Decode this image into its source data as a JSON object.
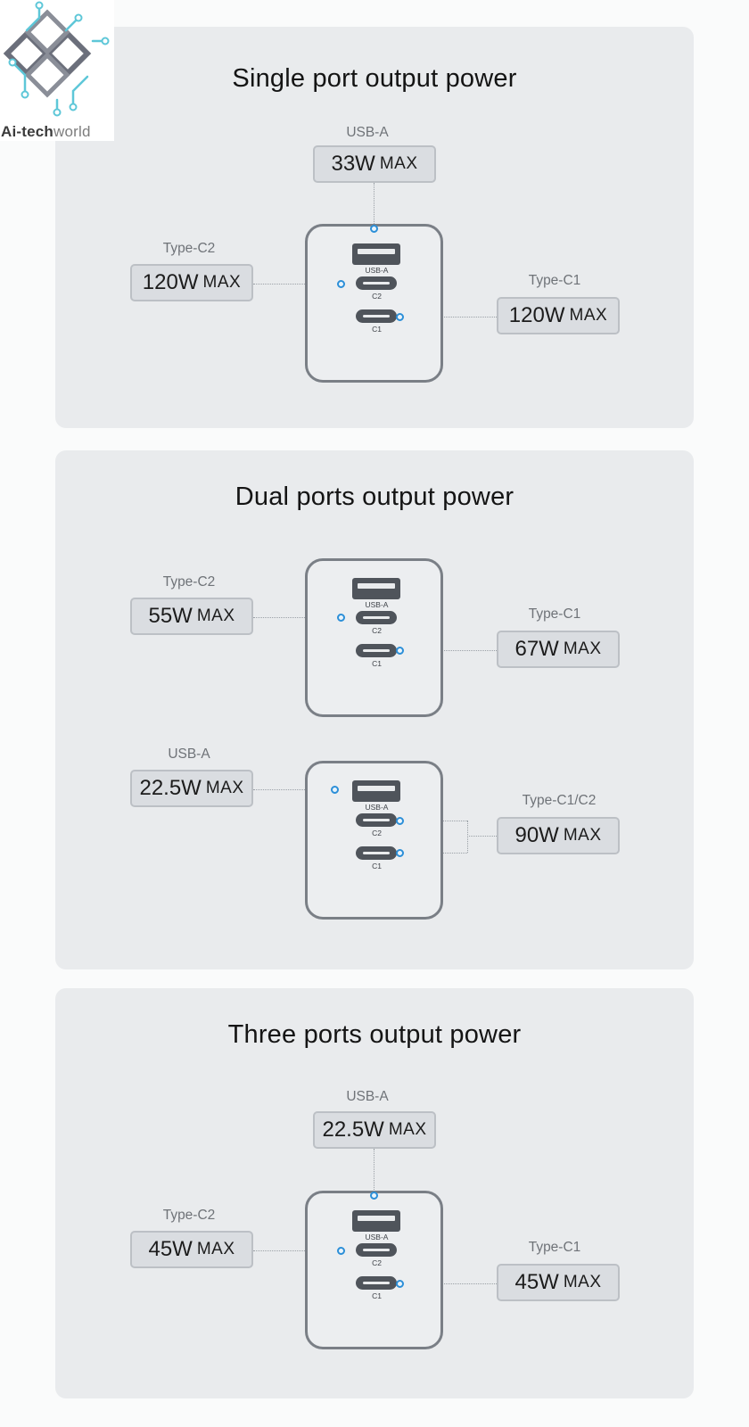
{
  "logo": {
    "name_a": "Ai-tech",
    "name_b": "world"
  },
  "port_marks": {
    "usba": "USB-A",
    "c2": "C2",
    "c1": "C1"
  },
  "max_word": "MAX",
  "single": {
    "title": "Single port output power",
    "usba_label": "USB-A",
    "usba_watt": "33W",
    "c2_label": "Type-C2",
    "c2_watt": "120W",
    "c1_label": "Type-C1",
    "c1_watt": "120W"
  },
  "dual": {
    "title": "Dual ports output power",
    "a": {
      "c2_label": "Type-C2",
      "c2_watt": "55W",
      "c1_label": "Type-C1",
      "c1_watt": "67W"
    },
    "b": {
      "usba_label": "USB-A",
      "usba_watt": "22.5W",
      "c_label": "Type-C1/C2",
      "c_watt": "90W"
    }
  },
  "three": {
    "title": "Three ports output power",
    "usba_label": "USB-A",
    "usba_watt": "22.5W",
    "c2_label": "Type-C2",
    "c2_watt": "45W",
    "c1_label": "Type-C1",
    "c1_watt": "45W"
  },
  "colors": {
    "indicator": "#2c8fd8",
    "panel": "#e9ebed",
    "badge": "#dadde1"
  }
}
